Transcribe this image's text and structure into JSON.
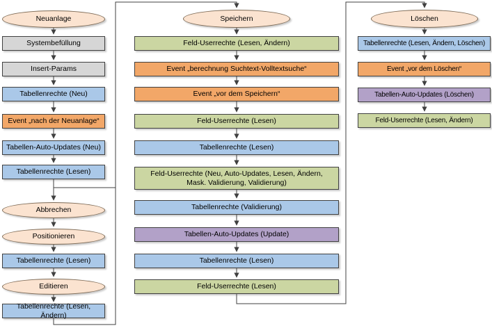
{
  "colors": {
    "ellipse_fill": "#fbe3d0",
    "ellipse_border": "#7d6a55",
    "gray_fill": "#d6d6d6",
    "blue_fill": "#aac8e8",
    "orange_fill": "#f2a768",
    "green_fill": "#cbd6a2",
    "purple_fill": "#b2a1c8",
    "box_border": "#404040",
    "line": "#404040"
  },
  "flows": {
    "left": {
      "nodes": [
        {
          "label": "Neuanlage",
          "shape": "ellipse",
          "kind": "terminator"
        },
        {
          "label": "Systembefüllung",
          "shape": "box",
          "kind": "system-step"
        },
        {
          "label": "Insert-Params",
          "shape": "box",
          "kind": "system-step"
        },
        {
          "label": "Tabellenrechte (Neu)",
          "shape": "box",
          "kind": "tabellenrechte"
        },
        {
          "label": "Event „nach der Neuanlage“",
          "shape": "box",
          "kind": "event"
        },
        {
          "label": "Tabellen-Auto-Updates (Neu)",
          "shape": "box",
          "kind": "tabellenrechte"
        },
        {
          "label": "Tabellenrechte (Lesen)",
          "shape": "box",
          "kind": "tabellenrechte"
        },
        {
          "label": "Abbrechen",
          "shape": "ellipse",
          "kind": "terminator"
        },
        {
          "label": "Positionieren",
          "shape": "ellipse",
          "kind": "terminator"
        },
        {
          "label": "Tabellenrechte (Lesen)",
          "shape": "box",
          "kind": "tabellenrechte"
        },
        {
          "label": "Editieren",
          "shape": "ellipse",
          "kind": "terminator"
        },
        {
          "label": "Tabellenrechte (Lesen, Ändern)",
          "shape": "box",
          "kind": "tabellenrechte"
        }
      ]
    },
    "middle": {
      "nodes": [
        {
          "label": "Speichern",
          "shape": "ellipse",
          "kind": "terminator"
        },
        {
          "label": "Feld-Userrechte (Lesen, Ändern)",
          "shape": "box",
          "kind": "feld-userrechte"
        },
        {
          "label": "Event „berechnung Suchtext-Volltextsuche“",
          "shape": "box",
          "kind": "event"
        },
        {
          "label": "Event „vor dem Speichern“",
          "shape": "box",
          "kind": "event"
        },
        {
          "label": "Feld-Userrechte (Lesen)",
          "shape": "box",
          "kind": "feld-userrechte"
        },
        {
          "label": "Tabellenrechte (Lesen)",
          "shape": "box",
          "kind": "tabellenrechte"
        },
        {
          "label": "Feld-Userrechte (Neu, Auto-Updates, Lesen, Ändern, Mask. Validierung, Validierung)",
          "shape": "box",
          "kind": "feld-userrechte"
        },
        {
          "label": "Tabellenrechte (Validierung)",
          "shape": "box",
          "kind": "tabellenrechte"
        },
        {
          "label": "Tabellen-Auto-Updates (Update)",
          "shape": "box",
          "kind": "auto-updates"
        },
        {
          "label": "Tabellenrechte (Lesen)",
          "shape": "box",
          "kind": "tabellenrechte"
        },
        {
          "label": "Feld-Userrechte (Lesen)",
          "shape": "box",
          "kind": "feld-userrechte"
        }
      ]
    },
    "right": {
      "nodes": [
        {
          "label": "Löschen",
          "shape": "ellipse",
          "kind": "terminator"
        },
        {
          "label": "Tabellenrechte (Lesen, Ändern, Löschen)",
          "shape": "box",
          "kind": "tabellenrechte"
        },
        {
          "label": "Event „vor dem Löschen“",
          "shape": "box",
          "kind": "event"
        },
        {
          "label": "Tabellen-Auto-Updates (Löschen)",
          "shape": "box",
          "kind": "auto-updates"
        },
        {
          "label": "Feld-Userrechte (Lesen, Ändern)",
          "shape": "box",
          "kind": "feld-userrechte"
        }
      ]
    }
  }
}
